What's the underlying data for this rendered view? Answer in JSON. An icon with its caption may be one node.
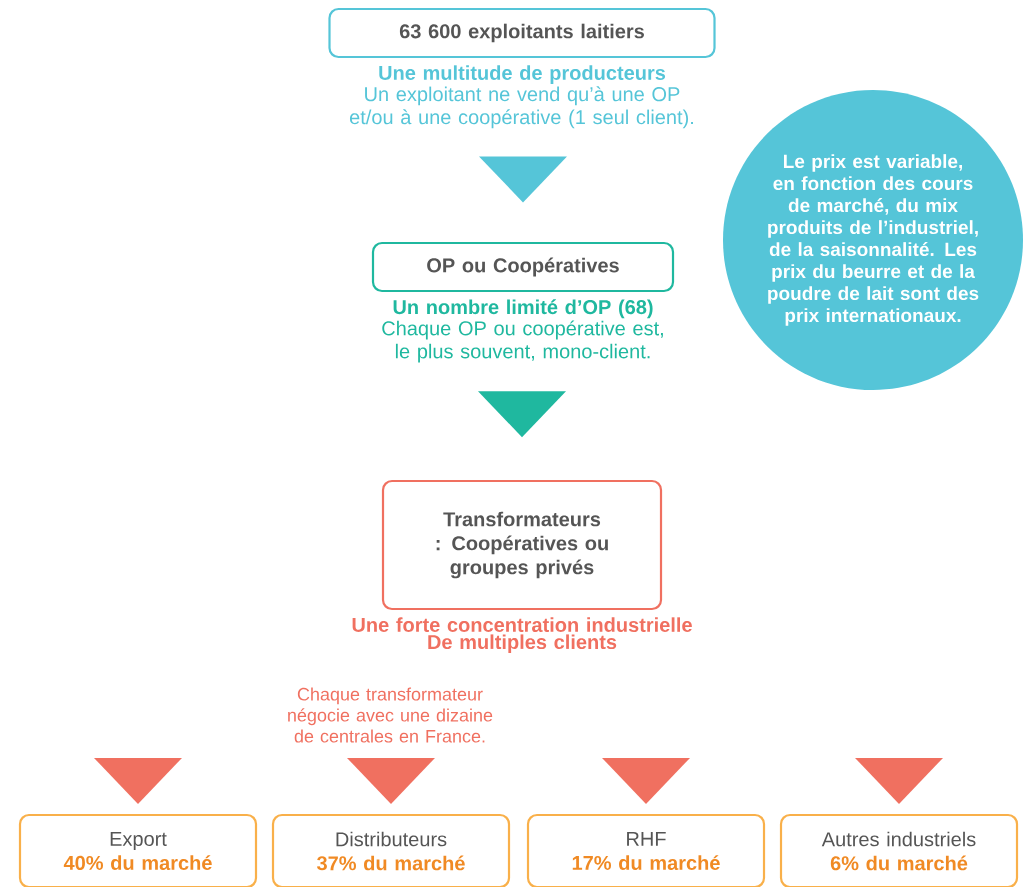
{
  "diagram": {
    "nodes": [
      {
        "text": [
          "63 600 exploitants laitiers"
        ],
        "beside": [
          "Une multitude de producteurs",
          "Un exploitant ne vend qu’à une OP et/ou à une coopérative (1 seul client)."
        ]
      },
      {
        "text": [
          "OP ou Coopératives"
        ],
        "beside": [
          "Un nombre limité d’OP (68)",
          "Chaque OP ou coopérative est, le plus souvent, mono-client."
        ]
      },
      {
        "text": [
          "Transformateurs : Coopératives ou groupes privés"
        ],
        "beside": [
          "Une forte concentration industrielle",
          "De multiples clients"
        ]
      },
      {
        "text": [
          "Export",
          "40% du marché"
        ]
      },
      {
        "text": [
          "Distributeurs",
          "37% du marché"
        ]
      },
      {
        "text": [
          "RHF",
          "17% du marché"
        ]
      },
      {
        "text": [
          "Autres industriels",
          "6% du marché"
        ]
      },
      {
        "text": [
          "Le prix est variable, en fonction des cours de marché, du mix produits de l’industriel, de la saisonnalité. Les prix du beurre et de la poudre de lait sont des prix internationaux."
        ]
      }
    ],
    "edges": [
      {
        "from": 0,
        "to": 1,
        "arrow": "to",
        "color": "#55c5d8"
      },
      {
        "from": 1,
        "to": 2,
        "arrow": "to",
        "color": "#1fb89f"
      },
      {
        "from": null,
        "to": 3,
        "arrow": "to"
      },
      {
        "from": null,
        "to": 4,
        "arrow": "to"
      },
      {
        "from": null,
        "to": 5,
        "arrow": "to"
      },
      {
        "from": null,
        "to": 6,
        "arrow": "to"
      }
    ],
    "labels": [
      "Chaque transformateur négocie avec une dizaine de centrales en France."
    ]
  }
}
